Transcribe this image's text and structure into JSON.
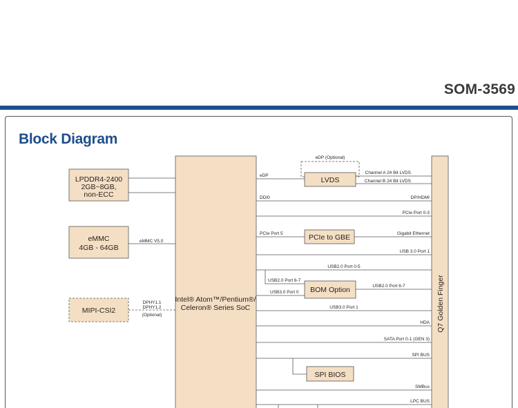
{
  "header": {
    "model": "SOM-3569",
    "accent_color": "#1e4e8c"
  },
  "diagram": {
    "title": "Block Diagram",
    "box_fill": "#f5dfc4",
    "lpddr": {
      "line1": "LPDDR4-2400",
      "line2": "2GB~8GB,",
      "line3": "non-ECC"
    },
    "emmc": {
      "line1": "eMMC",
      "line2": "4GB - 64GB",
      "link": "eMMC V5.0"
    },
    "mipi": {
      "label": "MIPI-CSI2",
      "link1": "DPHY1.1",
      "link2": "DPHY1.2",
      "link3": "(Optional)"
    },
    "soc": {
      "line1": "Intel® Atom™/Pentium®/",
      "line2": "Celeron® Series SoC"
    },
    "connector": {
      "label": "Q7 Golden Finger"
    },
    "lvds": {
      "label": "LVDS",
      "optional": "eDP (Optional)",
      "input": "eDP",
      "out_a": "Channel A 24 Bit LVDS",
      "out_b": "Channel B 24 Bit LVDS"
    },
    "gbe": {
      "label": "PCIe to GBE",
      "input": "PCIe Port 5",
      "output": "Gigabit Ethernet"
    },
    "bom": {
      "label": "BOM Option",
      "in_top": "USB2.0 Port 6-7",
      "in_bottom": "USB3.0 Port 0",
      "output": "USB2.0 Port 6-7"
    },
    "spi": {
      "label": "SPI BIOS"
    },
    "signals": {
      "ddi0": "DDI0",
      "dp_hdmi": "DP/HDMI",
      "pcie_0_3": "PCIe Port 0-3",
      "usb3_port1": "USB 3.0 Port 1",
      "usb2_0_5": "USB2.0 Port 0-5",
      "usb3_port1_b": "USB3.0 Port 1",
      "hda": "HDA",
      "sata": "SATA Port 0-1 (GEN 3)",
      "spi_bus": "SPI BUS",
      "smbus": "SMBus",
      "lpc_bus": "LPC BUS"
    }
  }
}
